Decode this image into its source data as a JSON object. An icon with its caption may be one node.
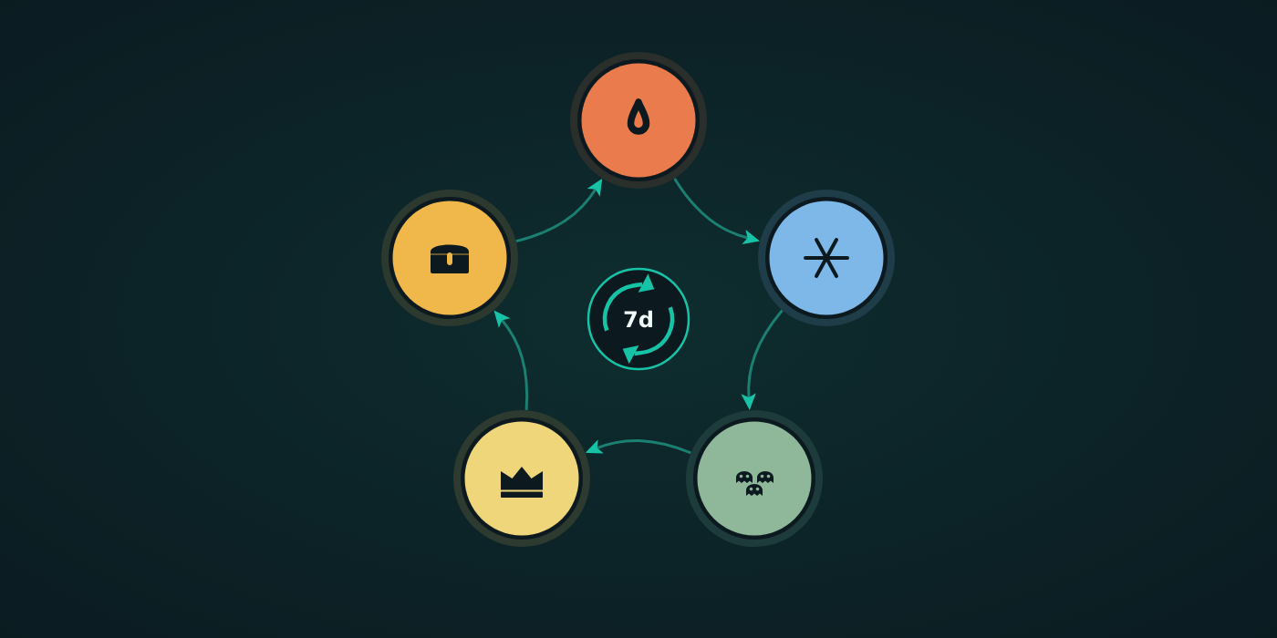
{
  "diagram": {
    "nodes": [
      {
        "text": [],
        "shape": "circle"
      },
      {
        "text": [],
        "shape": "circle"
      },
      {
        "text": [],
        "shape": "circle"
      },
      {
        "text": [
          "7d"
        ]
      },
      {
        "text": [],
        "shape": "circle"
      },
      {
        "text": [],
        "shape": "circle"
      }
    ],
    "edges": [
      {
        "from": 0,
        "to": 2,
        "arrow": "to"
      },
      {
        "from": 2,
        "to": 5,
        "arrow": "to"
      },
      {
        "from": 5,
        "to": 4,
        "arrow": "to"
      },
      {
        "from": 4,
        "to": 1,
        "arrow": "to"
      },
      {
        "from": 1,
        "to": 0,
        "arrow": "to"
      }
    ]
  }
}
